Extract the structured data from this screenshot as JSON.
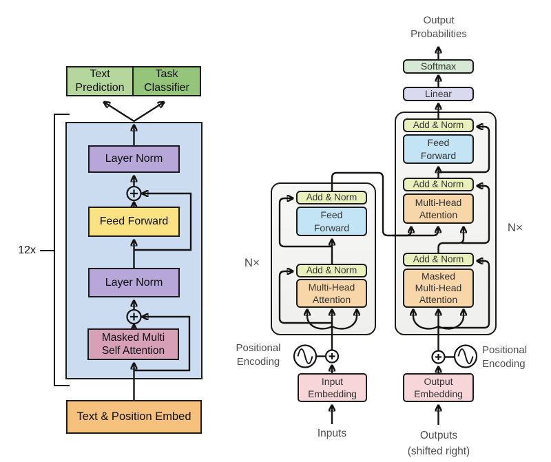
{
  "left_diagram": {
    "repeat_label": "12x",
    "text_prediction_line1": "Text",
    "text_prediction_line2": "Prediction",
    "task_classifier_line1": "Task",
    "task_classifier_line2": "Classifier",
    "layer_norm": "Layer Norm",
    "feed_forward": "Feed Forward",
    "masked_attention_line1": "Masked Multi",
    "masked_attention_line2": "Self Attention",
    "embedding": "Text & Position Embed"
  },
  "right_diagram": {
    "output_probabilities_line1": "Output",
    "output_probabilities_line2": "Probabilities",
    "softmax": "Softmax",
    "linear": "Linear",
    "add_norm": "Add & Norm",
    "feed_forward_line1": "Feed",
    "feed_forward_line2": "Forward",
    "multi_head_attention_line1": "Multi-Head",
    "multi_head_attention_line2": "Attention",
    "masked_attention_line1": "Masked",
    "masked_attention_line2": "Multi-Head",
    "masked_attention_line3": "Attention",
    "repeat_label": "N×",
    "positional_encoding_line1": "Positional",
    "positional_encoding_line2": "Encoding",
    "input_embedding_line1": "Input",
    "input_embedding_line2": "Embedding",
    "output_embedding_line1": "Output",
    "output_embedding_line2": "Embedding",
    "inputs_label": "Inputs",
    "outputs_label_line1": "Outputs",
    "outputs_label_line2": "(shifted right)"
  },
  "colors": {
    "left_green_light": "#b5d69c",
    "left_green_dark": "#95c57b",
    "left_blue_container": "#cbdcf0",
    "left_purple": "#b6a7d8",
    "left_yellow": "#fbe282",
    "left_pink": "#d7a0b6",
    "left_orange": "#f5c17c",
    "right_gray_container": "#f3f3f1",
    "right_add_norm": "#e9f0bb",
    "right_feed_forward": "#c2e4f4",
    "right_attention": "#f7d7a9",
    "right_softmax": "#d5e9d4",
    "right_linear": "#d9daf0",
    "right_embedding": "#f7d6da",
    "line_black": "#141414",
    "label_gray": "#4d4d4d"
  }
}
